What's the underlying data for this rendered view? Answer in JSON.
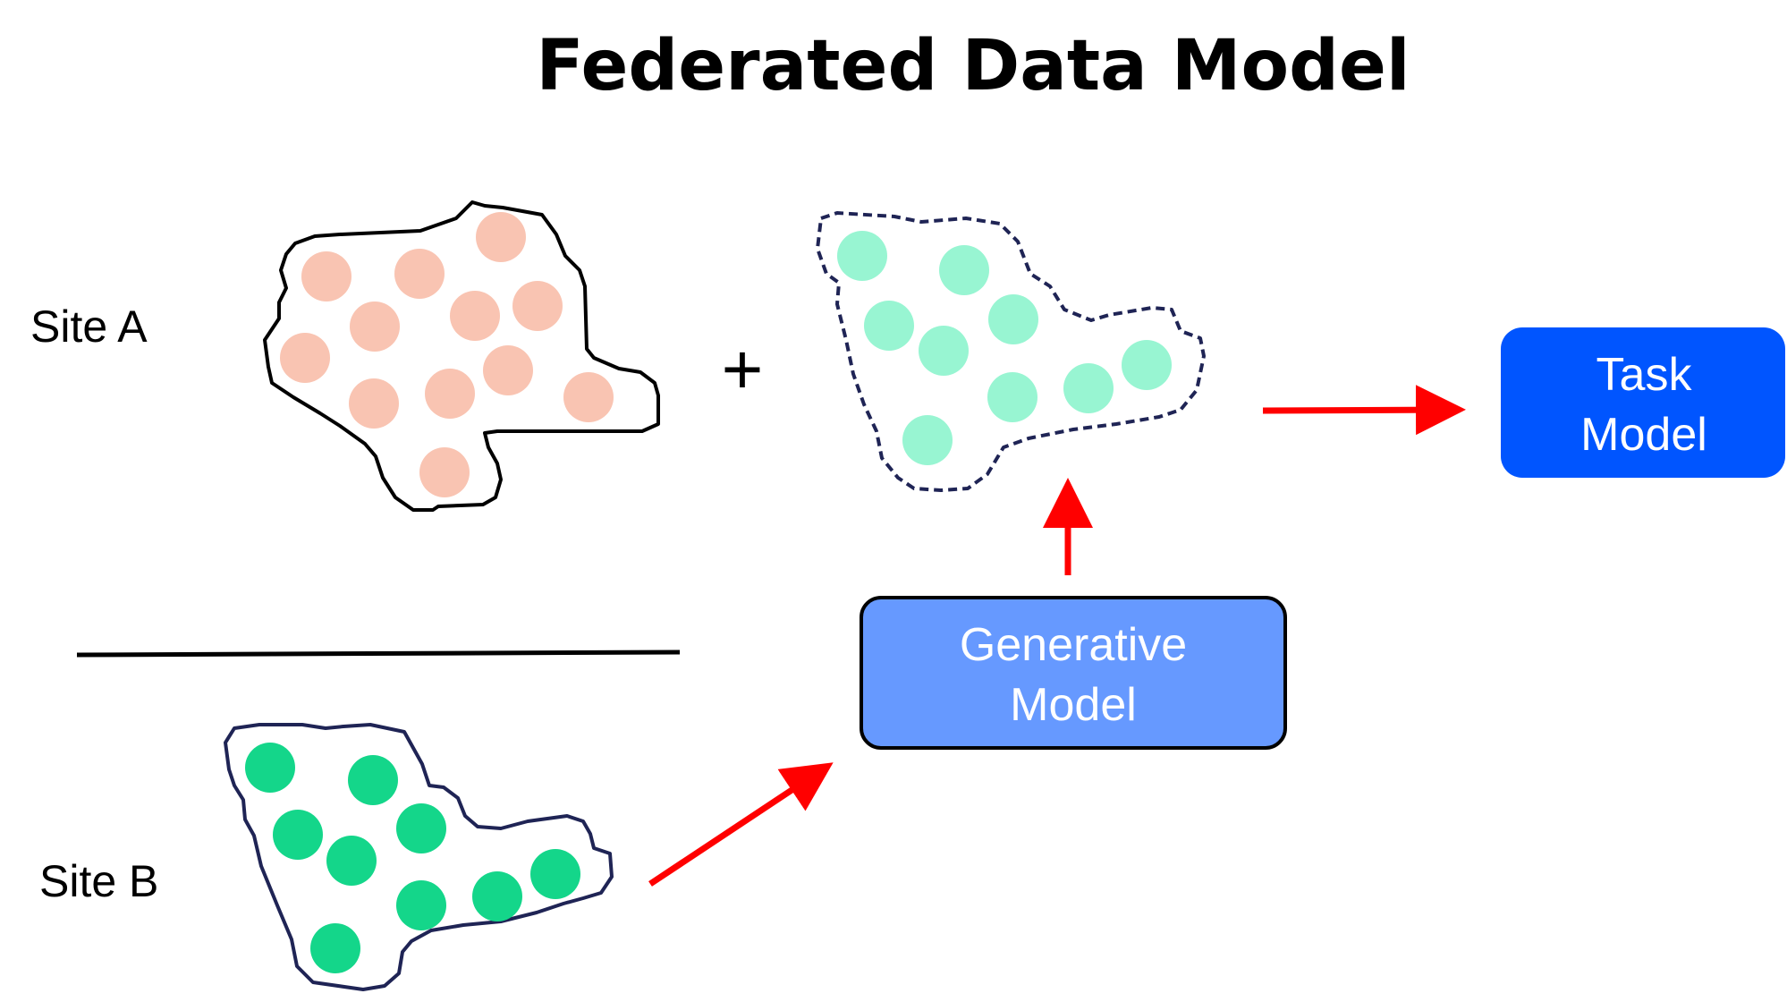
{
  "title": "Federated Data Model",
  "sites": {
    "site_a": {
      "label": "Site A"
    },
    "site_b": {
      "label": "Site B"
    }
  },
  "operator": "+",
  "generative_model": {
    "line1": "Generative",
    "line2": "Model"
  },
  "task_model": {
    "line1": "Task",
    "line2": "Model"
  },
  "colors": {
    "site_a_dots": "#f9c4b2",
    "synthetic_dots": "#98f5d2",
    "site_b_dots": "#14d68a",
    "generative_box": "#6699ff",
    "task_box": "#0055ff",
    "arrow": "#ff0000",
    "outline_dark": "#1f2455"
  }
}
